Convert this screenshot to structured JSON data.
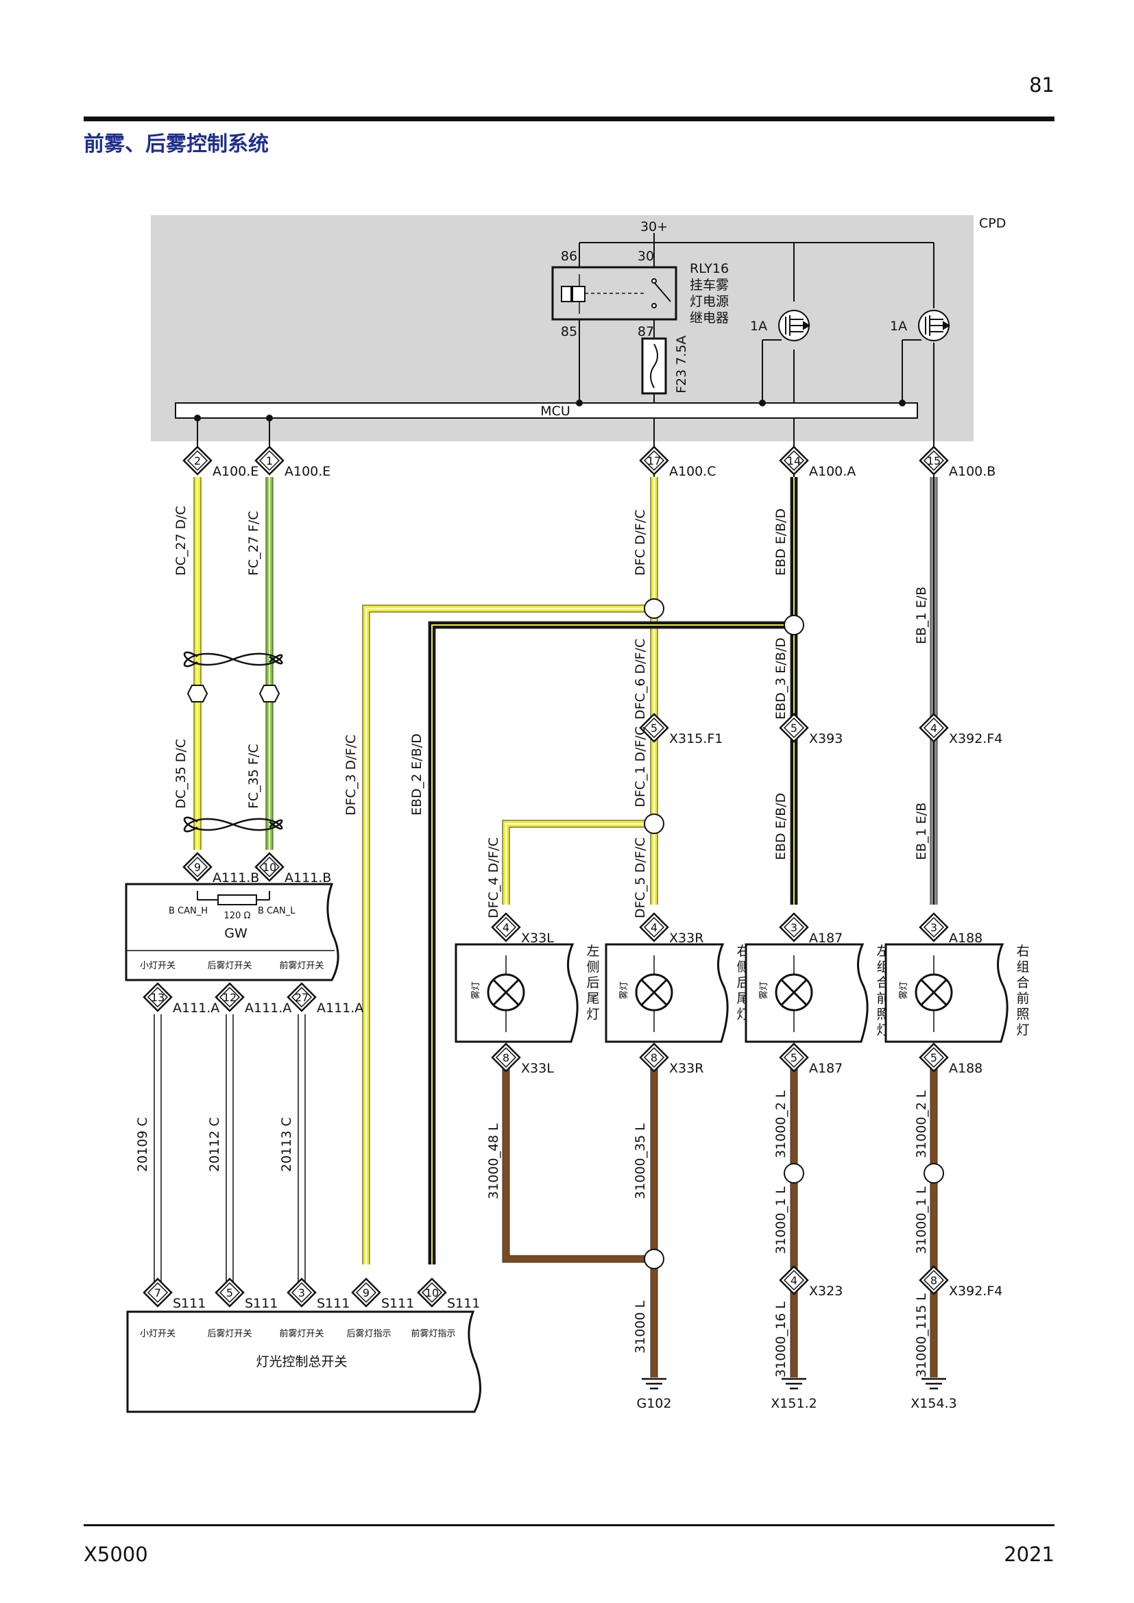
{
  "page": {
    "number": "81",
    "title": "前雾、后雾控制系统",
    "model": "X5000",
    "year": "2021"
  },
  "colors": {
    "title": "#1e2e8c",
    "cpd_fill": "#d6d6d6",
    "wire_yellow": "#f2ef2a",
    "wire_green": "#86c43b",
    "wire_brown": "#7b4a1e",
    "wire_gray": "#8c8c8c",
    "wire_black": "#111111",
    "wire_white": "#ffffff"
  },
  "cpd": {
    "label": "CPD",
    "supply": "30+",
    "mcu": "MCU",
    "relay": {
      "id": "RLY16",
      "name": [
        "挂车雾",
        "灯电源",
        "继电器"
      ],
      "pin86": "86",
      "pin30": "30",
      "pin85": "85",
      "pin87": "87"
    },
    "fuse": "F23  7.5A",
    "fet_a": "1A",
    "fet_b": "1A"
  },
  "connectors": [
    {
      "pin": "2",
      "name": "A100.E"
    },
    {
      "pin": "1",
      "name": "A100.E"
    },
    {
      "pin": "17",
      "name": "A100.C"
    },
    {
      "pin": "14",
      "name": "A100.A"
    },
    {
      "pin": "15",
      "name": "A100.B"
    },
    {
      "pin": "5",
      "name": "X315.F1"
    },
    {
      "pin": "5",
      "name": "X393"
    },
    {
      "pin": "4",
      "name": "X392.F4"
    },
    {
      "pin": "9",
      "name": "A111.B"
    },
    {
      "pin": "10",
      "name": "A111.B"
    },
    {
      "pin": "4",
      "name": "X33L"
    },
    {
      "pin": "4",
      "name": "X33R"
    },
    {
      "pin": "3",
      "name": "A187"
    },
    {
      "pin": "3",
      "name": "A188"
    },
    {
      "pin": "13",
      "name": "A111.A"
    },
    {
      "pin": "12",
      "name": "A111.A"
    },
    {
      "pin": "27",
      "name": "A111.A"
    },
    {
      "pin": "8",
      "name": "X33L"
    },
    {
      "pin": "8",
      "name": "X33R"
    },
    {
      "pin": "5",
      "name": "A187"
    },
    {
      "pin": "5",
      "name": "A188"
    },
    {
      "pin": "4",
      "name": "X323"
    },
    {
      "pin": "8",
      "name": "X392.F4"
    },
    {
      "pin": "7",
      "name": "S111"
    },
    {
      "pin": "5",
      "name": "S111"
    },
    {
      "pin": "3",
      "name": "S111"
    },
    {
      "pin": "9",
      "name": "S111"
    },
    {
      "pin": "10",
      "name": "S111"
    }
  ],
  "wires": [
    "DC_27  D/C",
    "FC_27  F/C",
    "DFC  D/F/C",
    "EBD  E/B/D",
    "EB_1  E/B",
    "DC_35  D/C",
    "FC_35  F/C",
    "DFC_3  D/F/C",
    "EBD_2  E/B/D",
    "DFC_6  D/F/C",
    "EBD_3  E/B/D",
    "DFC_1  D/F/C",
    "EBD  E/B/D",
    "EB_1  E/B",
    "DFC_4  D/F/C",
    "DFC_5  D/F/C",
    "20109  C",
    "20112  C",
    "20113  C",
    "31000_48  L",
    "31000_35  L",
    "31000_2  L",
    "31000_1  L",
    "31000_16  L",
    "31000_2  L",
    "31000_1  L",
    "31000_115  L",
    "31000  L"
  ],
  "gw": {
    "label": "GW",
    "can_h": "B  CAN_H",
    "can_l": "B  CAN_L",
    "resistor": "120 Ω",
    "ports": [
      "小灯开关",
      "后雾灯开关",
      "前雾灯开关"
    ]
  },
  "lamps": [
    {
      "name": [
        "左",
        "侧",
        "后",
        "尾",
        "灯"
      ],
      "inner": "雾灯"
    },
    {
      "name": [
        "右",
        "侧",
        "后",
        "尾",
        "灯"
      ],
      "inner": "雾灯"
    },
    {
      "name": [
        "左",
        "组",
        "合",
        "前",
        "照",
        "灯"
      ],
      "inner": "雾灯"
    },
    {
      "name": [
        "右",
        "组",
        "合",
        "前",
        "照",
        "灯"
      ],
      "inner": "雾灯"
    }
  ],
  "switch": {
    "label": "灯光控制总开关",
    "ports": [
      "小灯开关",
      "后雾灯开关",
      "前雾灯开关",
      "后雾灯指示",
      "前雾灯指示"
    ]
  },
  "grounds": [
    "G102",
    "X151.2",
    "X154.3"
  ]
}
